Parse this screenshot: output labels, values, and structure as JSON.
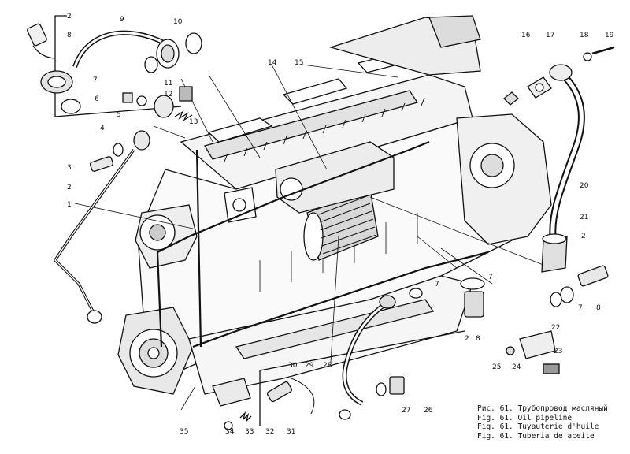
{
  "caption": {
    "ru": "Рис. 61. Трубопровод масляный",
    "en": "Fig. 61. Oil pipeline",
    "fr": "Fig. 61. Tuyauterie d'huile",
    "es": "Fig. 61. Tuberia de aceite"
  },
  "callouts": [
    {
      "id": "c2a",
      "text": "2"
    },
    {
      "id": "c8a",
      "text": "8"
    },
    {
      "id": "c9",
      "text": "9"
    },
    {
      "id": "c10",
      "text": "10"
    },
    {
      "id": "c7a",
      "text": "7"
    },
    {
      "id": "c6",
      "text": "6"
    },
    {
      "id": "c5",
      "text": "5"
    },
    {
      "id": "c11",
      "text": "11"
    },
    {
      "id": "c12",
      "text": "12"
    },
    {
      "id": "c13",
      "text": "13"
    },
    {
      "id": "c4",
      "text": "4"
    },
    {
      "id": "c3",
      "text": "3"
    },
    {
      "id": "c2b",
      "text": "2"
    },
    {
      "id": "c1",
      "text": "1"
    },
    {
      "id": "c14",
      "text": "14"
    },
    {
      "id": "c15",
      "text": "15"
    },
    {
      "id": "c16",
      "text": "16"
    },
    {
      "id": "c17",
      "text": "17"
    },
    {
      "id": "c18",
      "text": "18"
    },
    {
      "id": "c19",
      "text": "19"
    },
    {
      "id": "c20",
      "text": "20"
    },
    {
      "id": "c21",
      "text": "21"
    },
    {
      "id": "c2c",
      "text": "2"
    },
    {
      "id": "c7b",
      "text": "7"
    },
    {
      "id": "c8b",
      "text": "8"
    },
    {
      "id": "c7c",
      "text": "7"
    },
    {
      "id": "c7d",
      "text": "7"
    },
    {
      "id": "c2d",
      "text": "2"
    },
    {
      "id": "c8c",
      "text": "8"
    },
    {
      "id": "c22",
      "text": "22"
    },
    {
      "id": "c23",
      "text": "23"
    },
    {
      "id": "c24",
      "text": "24"
    },
    {
      "id": "c25",
      "text": "25"
    },
    {
      "id": "c26",
      "text": "26"
    },
    {
      "id": "c27",
      "text": "27"
    },
    {
      "id": "c28",
      "text": "28"
    },
    {
      "id": "c29",
      "text": "29"
    },
    {
      "id": "c30",
      "text": "30"
    },
    {
      "id": "c31",
      "text": "31"
    },
    {
      "id": "c32",
      "text": "32"
    },
    {
      "id": "c33",
      "text": "33"
    },
    {
      "id": "c34",
      "text": "34"
    },
    {
      "id": "c35",
      "text": "35"
    }
  ]
}
